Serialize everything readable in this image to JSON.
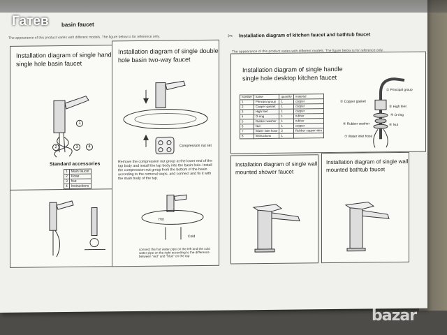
{
  "overlay": {
    "title": "Гатев"
  },
  "watermark": {
    "text": "bazar"
  },
  "header_left": {
    "title": "basin faucet",
    "note": "The appearance of this product varies with different models. The figure below is for reference only."
  },
  "header_right": {
    "icon": "scissors-icon",
    "title": "Installation diagram of kitchen faucet and bathtub faucet",
    "note": "The appearance of this product varies with different models. The figure below is for reference only."
  },
  "panel1": {
    "title_line1": "Installation diagram of single handle",
    "title_line2": "single hole basin faucet",
    "callouts": [
      "1",
      "2",
      "3",
      "4"
    ],
    "accessories_title": "Standard accessories",
    "accessories": [
      {
        "n": "1",
        "name": "Main faucet"
      },
      {
        "n": "2",
        "name": "Hose"
      },
      {
        "n": "3",
        "name": "Nut"
      },
      {
        "n": "4",
        "name": "Instructions"
      }
    ]
  },
  "panel2": {
    "title_line1": "Installation diagram of single double",
    "title_line2": "hole basin two-way faucet",
    "nut_label": "Compression nut set",
    "instructions": "Remove the compression nut group at the lower end of the tap body and install the tap body into the basin hole. Install the compression nut group from the bottom of the basin according to the removal steps, and connect and fix it with the main body of the tap.",
    "hot_label": "Hot",
    "cold_label": "Cold",
    "connect_note": "connect the hot water pipe on the left and the cold water pipe on the right according to the difference between \"red\" and \"blue\" on the tap"
  },
  "panel3": {
    "title_line1": "Installation diagram of single handle",
    "title_line2": "single hole desktop kitchen faucet",
    "table_headers": [
      "number",
      "name",
      "quantity",
      "material"
    ],
    "table_rows": [
      [
        "1",
        "Principal group",
        "1",
        "copper"
      ],
      [
        "2",
        "Copper gasket",
        "1",
        "copper"
      ],
      [
        "3",
        "High feet",
        "1",
        "copper"
      ],
      [
        "4",
        "O-ring",
        "1",
        "rubber"
      ],
      [
        "5",
        "Rubber washer",
        "1",
        "rubber"
      ],
      [
        "6",
        "Nut",
        "1",
        "copper"
      ],
      [
        "7",
        "Water inlet hose",
        "2",
        "Rubber copper wire"
      ],
      [
        "8",
        "instructions",
        "1",
        ""
      ]
    ],
    "part_labels": [
      "① Principal group",
      "② Copper gasket",
      "③ High feet",
      "④ O-ring",
      "⑤ Rubber washer",
      "⑥ Nut",
      "⑦ Water inlet hose"
    ]
  },
  "panel4": {
    "title_line1": "Installation diagram of single wall",
    "title_line2": "mounted shower faucet"
  },
  "panel5": {
    "title_line1": "Installation diagram of single wall",
    "title_line2": "mounted bathtub faucet"
  }
}
